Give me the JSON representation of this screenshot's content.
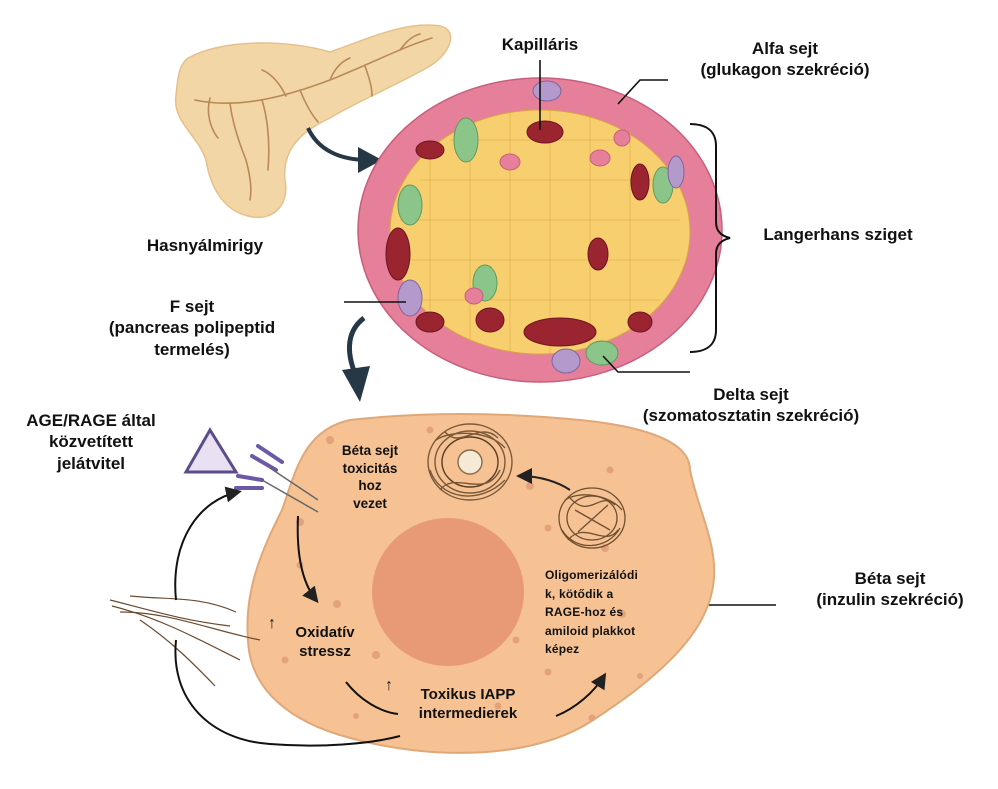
{
  "labels": {
    "kapillaris": "Kapilláris",
    "alfa_title": "Alfa sejt",
    "alfa_sub": "(glukagon szekréció)",
    "hasnyalmirigy": "Hasnyálmirigy",
    "langerhans": "Langerhans sziget",
    "f_title": "F sejt",
    "f_sub1": "(pancreas polipeptid",
    "f_sub2": "termelés)",
    "delta_title": "Delta sejt",
    "delta_sub": "(szomatosztatin szekréció)",
    "age_line1": "AGE/RAGE által",
    "age_line2": "közvetített",
    "age_line3": "jelátvitel",
    "toxicity_line1": "Béta sejt",
    "toxicity_line2": "toxicitás",
    "toxicity_line3": "hoz",
    "toxicity_line4": "vezet",
    "oligo_line1": "Oligomerizálódi",
    "oligo_line2": "k, kötődik a",
    "oligo_line3": "RAGE-hoz és",
    "oligo_line4": "amiloid plakkot",
    "oligo_line5": "képez",
    "beta_title": "Béta sejt",
    "beta_sub": "(inzulin szekréció)",
    "oxidativ_line1": "Oxidatív",
    "oxidativ_line2": "stressz",
    "toxikus_line1": "Toxikus IAPP",
    "toxikus_line2": "intermedierek",
    "up_arrow": "↑"
  },
  "colors": {
    "pancreas": "#f3d6a6",
    "pancreas_duct": "#b98a55",
    "islet_core": "#f8cf6e",
    "alpha_cell": "#e57f9a",
    "capillary": "#9a2430",
    "delta_cell": "#8cc58a",
    "f_cell": "#b499cc",
    "beta_cell": "#f6c294",
    "nucleus": "#e89a74",
    "arrow_dark": "#263746",
    "amyloid": "#7b5a3a"
  }
}
